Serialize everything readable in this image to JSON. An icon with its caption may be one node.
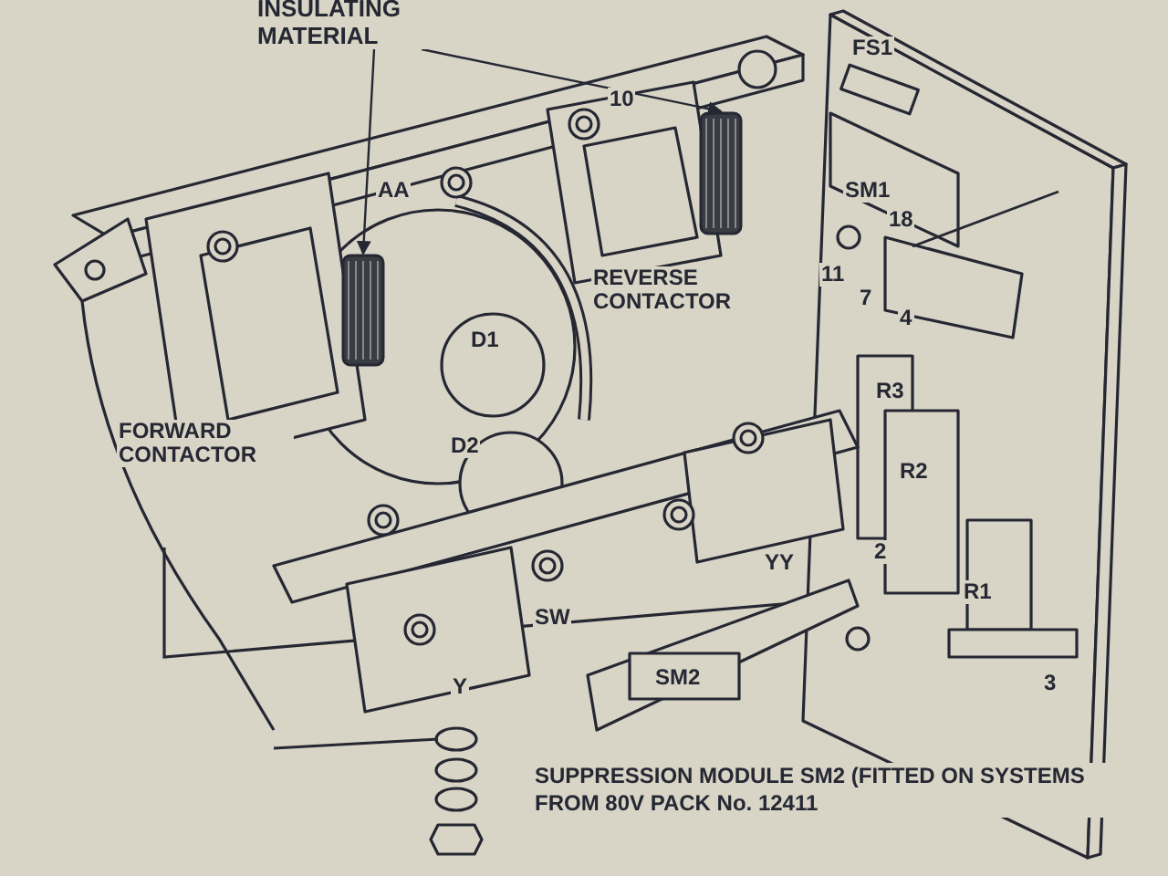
{
  "diagram": {
    "caption": "SUPPRESSION MODULE SM2 (FITTED ON SYSTEMS FROM 80V PACK No. 12411",
    "nodes": [
      {
        "text": [
          "INSULATING MATERIAL"
        ]
      },
      {
        "text": [],
        "shape": "picture"
      },
      {
        "text": [],
        "shape": "picture"
      }
    ],
    "edges": [
      {
        "from": 0,
        "to": 1,
        "arrow": "to"
      },
      {
        "from": 0,
        "to": 2,
        "arrow": "to"
      }
    ],
    "labels": [
      "FS1",
      "10",
      "AA",
      "SM1",
      "18",
      "REVERSE CONTACTOR",
      "11",
      "7",
      "D1",
      "4",
      "FORWARD CONTACTOR",
      "R3",
      "D2",
      "R2",
      "2",
      "YY",
      "R1",
      "SW",
      "Y",
      "SM2",
      "3"
    ]
  }
}
